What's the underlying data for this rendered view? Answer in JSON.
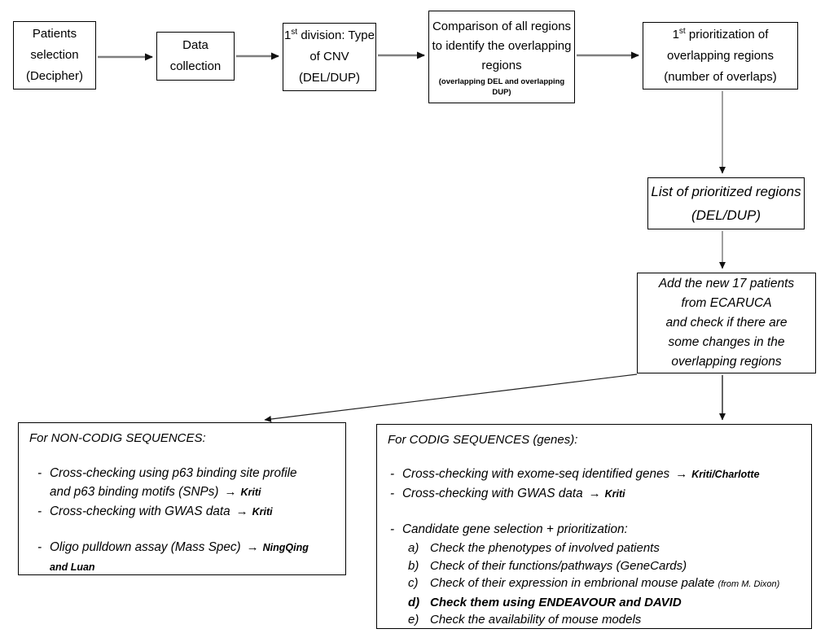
{
  "glyphs": {
    "bullet": "-",
    "arrow": "→"
  },
  "top_row": {
    "patients": {
      "text": "Patients selection (Decipher)"
    },
    "data_collection": {
      "text": "Data collection"
    },
    "division": {
      "num": "1",
      "sup": "st",
      "rest": " division: Type of CNV (DEL/DUP)"
    },
    "comparison": {
      "text": "Comparison of all regions to identify the overlapping regions",
      "note": "(overlapping DEL and overlapping DUP)"
    },
    "prioritization": {
      "num": "1",
      "sup": "st",
      "rest": " prioritization of overlapping regions (number of overlaps)"
    }
  },
  "list_box": {
    "text": "List of prioritized regions (DEL/DUP)"
  },
  "add_box": {
    "lines": [
      "Add the new 17 patients",
      "from ECARUCA",
      "and check if there are",
      "some changes in the",
      "overlapping regions"
    ]
  },
  "noncoding": {
    "title": "For NON-CODIG SEQUENCES:",
    "items": [
      {
        "text": "Cross-checking using p63 binding site profile and p63 binding motifs (SNPs)",
        "assignee": "Kriti"
      },
      {
        "text": "Cross-checking with GWAS data",
        "assignee": "Kriti"
      },
      {
        "text": "Oligo pulldown assay (Mass Spec)",
        "assignee": "NingQing and Luan"
      }
    ]
  },
  "coding": {
    "title": "For CODIG SEQUENCES (genes):",
    "items": [
      {
        "text": "Cross-checking with exome-seq identified genes",
        "assignee": "Kriti/Charlotte"
      },
      {
        "text": "Cross-checking with GWAS data",
        "assignee": "Kriti"
      },
      {
        "text": "Candidate gene selection + prioritization:"
      }
    ],
    "steps": [
      {
        "label": "a)",
        "text": "Check the phenotypes of involved patients"
      },
      {
        "label": "b)",
        "text": "Check of their functions/pathways (GeneCards)"
      },
      {
        "label": "c)",
        "text": "Check of their expression in embrional mouse palate",
        "note": "(from M. Dixon)"
      },
      {
        "label": "d)",
        "text": "Check them using ENDEAVOUR and DAVID"
      },
      {
        "label": "e)",
        "text": "Check the availability of mouse models"
      }
    ]
  }
}
